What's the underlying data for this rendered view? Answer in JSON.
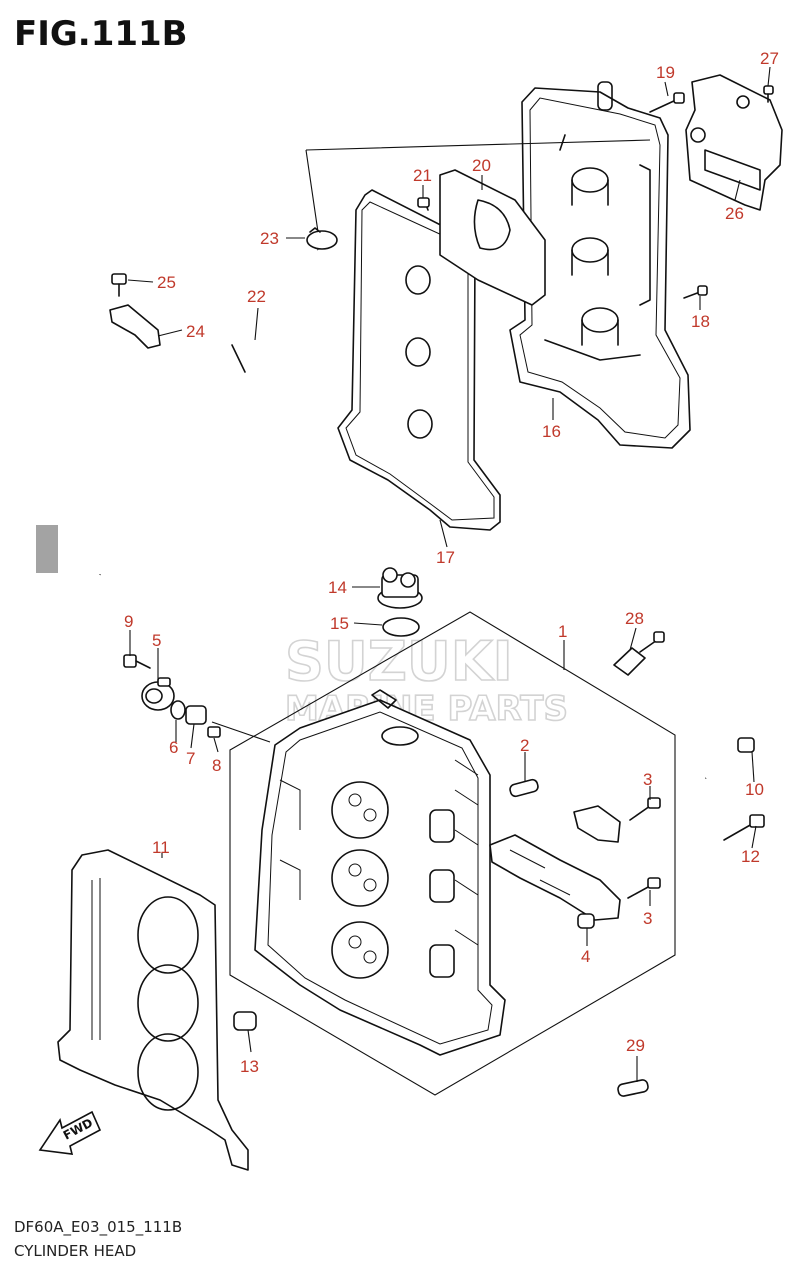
{
  "title": "FIG.111B",
  "code": "DF60A_E03_015_111B",
  "caption": "CYLINDER HEAD",
  "watermark": {
    "line1": "SUZUKI",
    "line2": "MARINE PARTS"
  },
  "fwd_label": "FWD",
  "part_color": "#c0392b",
  "parts": [
    "1",
    "2",
    "3",
    "3",
    "4",
    "5",
    "6",
    "7",
    "8",
    "9",
    "10",
    "11",
    "12",
    "13",
    "14",
    "15",
    "16",
    "17",
    "18",
    "19",
    "20",
    "21",
    "22",
    "23",
    "24",
    "25",
    "26",
    "27",
    "28",
    "29"
  ]
}
